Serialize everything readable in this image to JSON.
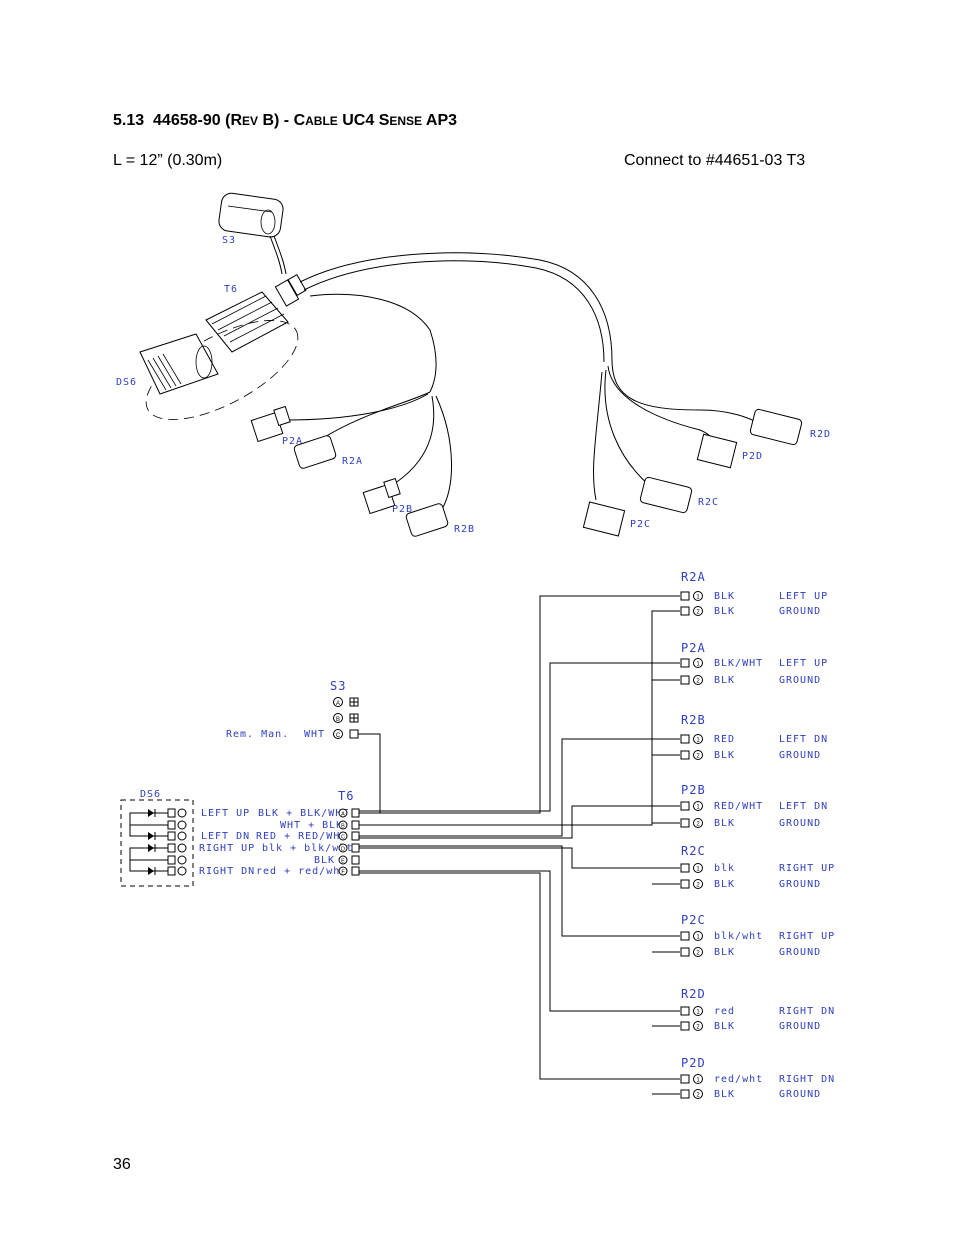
{
  "header": {
    "section_number": "5.13",
    "part_number": "44658-90",
    "title_rest_a": "(R",
    "title_sc_a": "EV",
    "title_rest_b": " B) - C",
    "title_sc_b": "ABLE",
    "title_rest_c": " UC4 S",
    "title_sc_c": "ENSE",
    "title_rest_d": " AP3"
  },
  "spec": {
    "length": "L = 12” (0.30m)",
    "connect": "Connect to #44651-03 T3"
  },
  "harness_labels": {
    "s3": "S3",
    "t6": "T6",
    "ds6": "DS6",
    "p2a": "P2A",
    "r2a": "R2A",
    "p2b": "P2B",
    "r2b": "R2B",
    "p2c": "P2C",
    "r2c": "R2C",
    "p2d": "P2D",
    "r2d": "R2D"
  },
  "schematic": {
    "s3_title": "S3",
    "s3_pins": [
      "A",
      "B",
      "C"
    ],
    "s3_rem_label": "Rem. Man.",
    "s3_rem_color": "WHT",
    "t6_title": "T6",
    "ds6_title": "DS6",
    "t6_rows": [
      {
        "pin": "A",
        "function": "LEFT UP",
        "wire": "BLK + BLK/WHT"
      },
      {
        "pin": "B",
        "function": "",
        "wire": "WHT + BLK"
      },
      {
        "pin": "C",
        "function": "LEFT DN",
        "wire": "RED + RED/WHT"
      },
      {
        "pin": "D",
        "function": "RIGHT UP",
        "wire": "blk + blk/wht"
      },
      {
        "pin": "E",
        "function": "",
        "wire": "BLK"
      },
      {
        "pin": "F",
        "function": "RIGHT DN",
        "wire": "red + red/wht"
      }
    ],
    "right_groups": [
      {
        "name": "R2A",
        "rows": [
          {
            "pin": "1",
            "color": "BLK",
            "function": "LEFT UP"
          },
          {
            "pin": "2",
            "color": "BLK",
            "function": "GROUND"
          }
        ]
      },
      {
        "name": "P2A",
        "rows": [
          {
            "pin": "1",
            "color": "BLK/WHT",
            "function": "LEFT UP"
          },
          {
            "pin": "2",
            "color": "BLK",
            "function": "GROUND"
          }
        ]
      },
      {
        "name": "R2B",
        "rows": [
          {
            "pin": "1",
            "color": "RED",
            "function": "LEFT DN"
          },
          {
            "pin": "2",
            "color": "BLK",
            "function": "GROUND"
          }
        ]
      },
      {
        "name": "P2B",
        "rows": [
          {
            "pin": "1",
            "color": "RED/WHT",
            "function": "LEFT DN"
          },
          {
            "pin": "2",
            "color": "BLK",
            "function": "GROUND"
          }
        ]
      },
      {
        "name": "R2C",
        "rows": [
          {
            "pin": "1",
            "color": "blk",
            "function": "RIGHT UP"
          },
          {
            "pin": "2",
            "color": "BLK",
            "function": "GROUND"
          }
        ]
      },
      {
        "name": "P2C",
        "rows": [
          {
            "pin": "1",
            "color": "blk/wht",
            "function": "RIGHT UP"
          },
          {
            "pin": "2",
            "color": "BLK",
            "function": "GROUND"
          }
        ]
      },
      {
        "name": "R2D",
        "rows": [
          {
            "pin": "1",
            "color": "red",
            "function": "RIGHT DN"
          },
          {
            "pin": "2",
            "color": "BLK",
            "function": "GROUND"
          }
        ]
      },
      {
        "name": "P2D",
        "rows": [
          {
            "pin": "1",
            "color": "red/wht",
            "function": "RIGHT DN"
          },
          {
            "pin": "2",
            "color": "BLK",
            "function": "GROUND"
          }
        ]
      }
    ]
  },
  "footer": {
    "page_number": "36"
  },
  "colors": {
    "label_blue": "#2f3fbf",
    "line": "#000000"
  }
}
